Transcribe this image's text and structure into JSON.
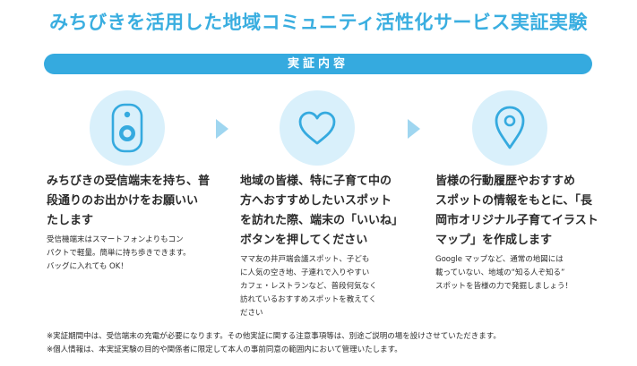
{
  "title": "みちびきを活用した地域コミュニティ活性化サービス実証実験",
  "banner": "実証内容",
  "colors": {
    "accent": "#35aadf",
    "circle": "#d9f0fb",
    "arrow": "#9fd6f0"
  },
  "steps": [
    {
      "icon": "receiver-device-icon",
      "main": [
        "みちびきの受信端末を持ち、普",
        "段通りのお出かけをお願いい",
        "たします"
      ],
      "sub": [
        "受信機端末はスマートフォンよりもコン",
        "パクトで軽量。簡単に持ち歩きできます。",
        "バッグに入れても OK！"
      ]
    },
    {
      "icon": "heart-icon",
      "main": [
        "地域の皆様、特に子育て中の",
        "方へおすすめしたいスポット",
        "を訪れた際、端末の「いいね」",
        "ボタンを押してください"
      ],
      "sub": [
        "ママ友の井戸端会議スポット、子ども",
        "に人気の空き地、子連れで入りやすい",
        "カフェ・レストランなど、普段何気なく",
        "訪れているおすすめスポットを教えてく",
        "ださい"
      ]
    },
    {
      "icon": "map-pin-icon",
      "main": [
        "皆様の行動履歴やおすすめ",
        "スポットの情報をもとに、「長",
        "岡市オリジナル子育てイラスト",
        "マップ」を作成します"
      ],
      "sub": [
        "Google マップなど、通常の地図には",
        "載っていない、地域の“知る人ぞ知る”",
        "スポットを皆様の力で発掘しましょう！"
      ]
    }
  ],
  "notes": [
    "※実証期間中は、受信端末の充電が必要になります。その他実証に関する注意事項等は、別途ご説明の場を設けさせていただきます。",
    "※個人情報は、本実証実験の目的や関係者に限定して本人の事前同意の範囲内において管理いたします。"
  ]
}
